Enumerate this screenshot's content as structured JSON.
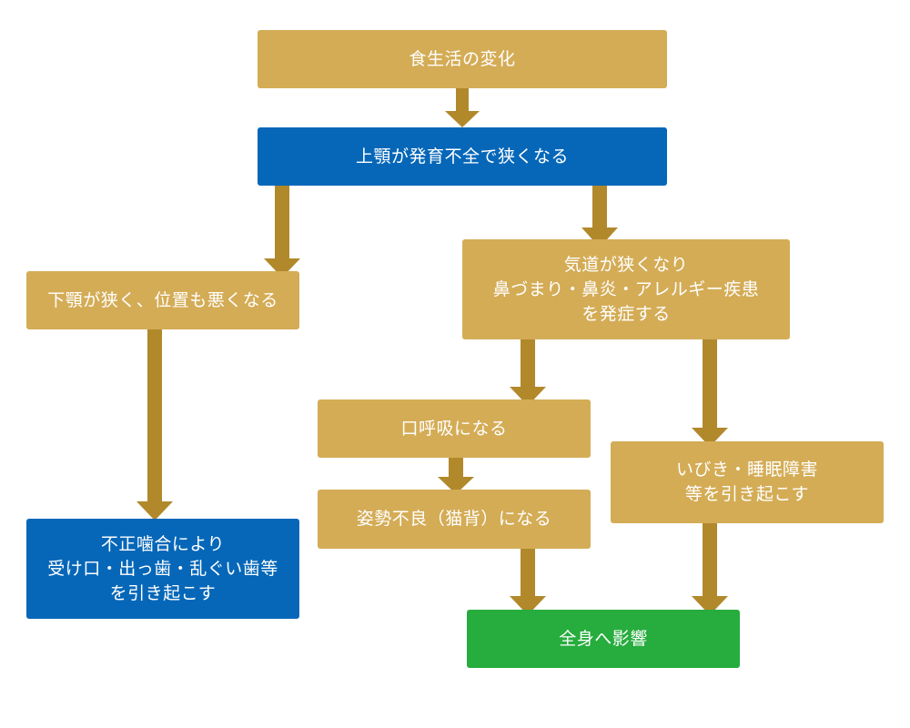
{
  "colors": {
    "gold": "#d4ac56",
    "blue": "#0667b8",
    "green": "#27ac3e",
    "arrow": "#b1892b"
  },
  "nodes": {
    "diet_change": "食生活の変化",
    "upper_jaw": "上顎が発育不全で狭くなる",
    "lower_jaw": "下顎が狭く、位置も悪くなる",
    "malocclusion": "不正噛合により\n受け口・出っ歯・乱ぐい歯等\nを引き起こす",
    "airway": "気道が狭くなり\n鼻づまり・鼻炎・アレルギー疾患\nを発症する",
    "mouth_breathing": "口呼吸になる",
    "posture": "姿勢不良（猫背）になる",
    "snoring": "いびき・睡眠障害\n等を引き起こす",
    "whole_body": "全身へ影響"
  }
}
